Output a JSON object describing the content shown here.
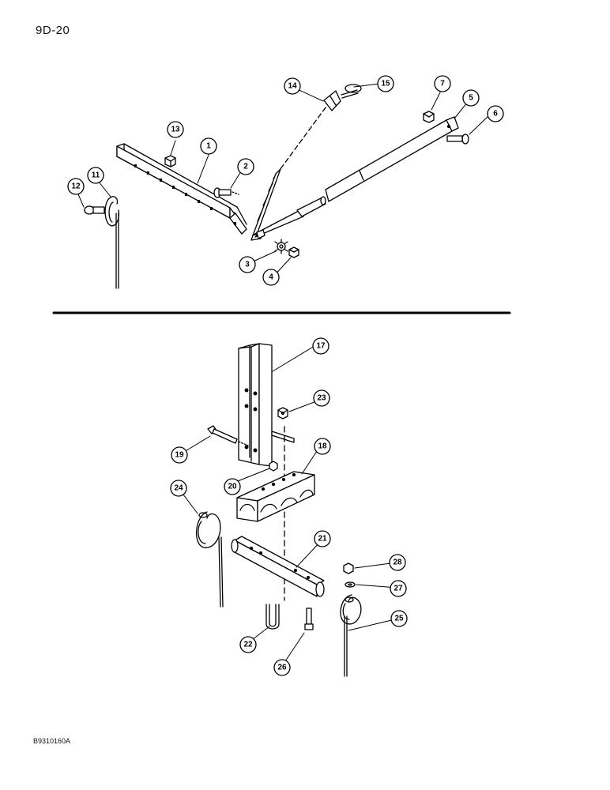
{
  "page_number": "9D-20",
  "figure_code": "B9310160A",
  "callouts": {
    "c1": "1",
    "c2": "2",
    "c3": "3",
    "c4": "4",
    "c5": "5",
    "c6": "6",
    "c7": "7",
    "c11": "11",
    "c12": "12",
    "c13": "13",
    "c14": "14",
    "c15": "15",
    "c17": "17",
    "c18": "18",
    "c19": "19",
    "c20": "20",
    "c21": "21",
    "c22": "22",
    "c23": "23",
    "c24": "24",
    "c25": "25",
    "c26": "26",
    "c27": "27",
    "c28": "28"
  }
}
